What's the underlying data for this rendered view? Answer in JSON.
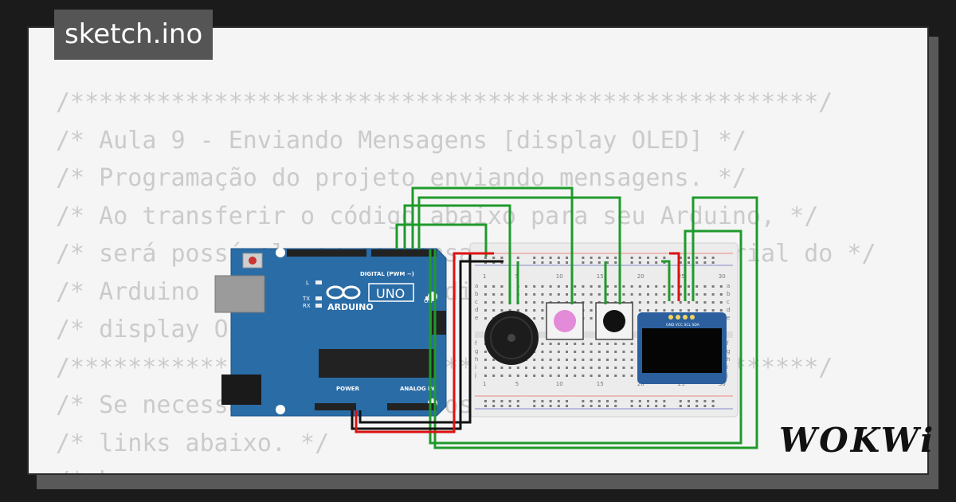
{
  "file_tab": {
    "label": "sketch.ino"
  },
  "code_lines": [
    "/****************************************************/",
    "/* Aula 9 - Enviando Mensagens [display OLED] */",
    "/* Programação do projeto enviando mensagens. */",
    "/* Ao transferir o código abaixo para seu Arduino, */",
    "/* será possível ver as mensagens no monitor serial do */",
    "/* Arduino IDE e também no display */",
    "/* display OLED. */",
    "/****************************************************/",
    "/* Se necessário, consulte os links abaixo. */",
    "/* links abaixo. */",
    "/* h"
  ],
  "arduino": {
    "brand": "ARDUINO",
    "model": "UNO",
    "digital_label": "DIGITAL (PWM ~)",
    "analog_label": "ANALOG IN",
    "power_label": "POWER",
    "on_label": "ON",
    "l_label": "L",
    "tx_label": "TX",
    "rx_label": "RX"
  },
  "breadboard": {
    "column_numbers": [
      "1",
      "5",
      "10",
      "15",
      "20",
      "25",
      "30"
    ],
    "row_letters": [
      "a",
      "b",
      "c",
      "d",
      "e",
      "f",
      "g",
      "h",
      "i",
      "j"
    ]
  },
  "oled": {
    "pins": "GND VCC SCL SDA"
  },
  "brand_logo": "WOKWi",
  "colors": {
    "board_blue": "#2a6ca6",
    "wire_green": "#1f9a2c",
    "wire_red": "#d11",
    "wire_black": "#111",
    "button_pink": "#e38ad8"
  }
}
